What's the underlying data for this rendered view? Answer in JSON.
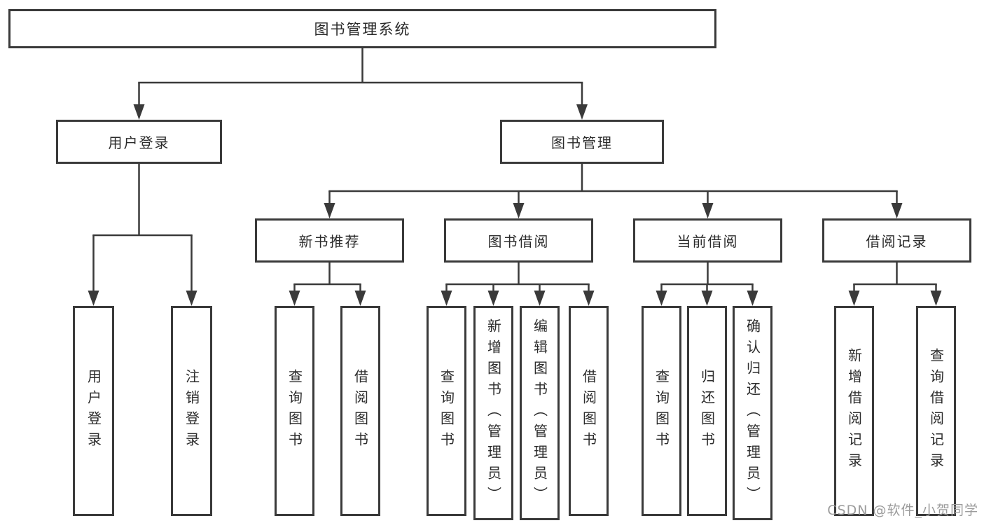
{
  "diagram": {
    "title": "图书管理系统",
    "root": "图书管理系统",
    "branches": [
      {
        "label": "用户登录",
        "children": [
          "用户登录",
          "注销登录"
        ]
      },
      {
        "label": "图书管理",
        "groups": [
          {
            "label": "新书推荐",
            "children": [
              "查询图书",
              "借阅图书"
            ]
          },
          {
            "label": "图书借阅",
            "children": [
              "查询图书",
              "新增图书（管理员）",
              "编辑图书（管理员）",
              "借阅图书"
            ]
          },
          {
            "label": "当前借阅",
            "children": [
              "查询图书",
              "归还图书",
              "确认归还（管理员）"
            ]
          },
          {
            "label": "借阅记录",
            "children": [
              "新增借阅记录",
              "查询借阅记录"
            ]
          }
        ]
      }
    ]
  },
  "watermark": {
    "text": "CSDN @软件_小贺同学"
  },
  "colors": {
    "line": "#3a3a3a",
    "box_border": "#3a3a3a",
    "text": "#2b2b2b",
    "watermark": "#9c9c9c",
    "background": "#ffffff"
  }
}
